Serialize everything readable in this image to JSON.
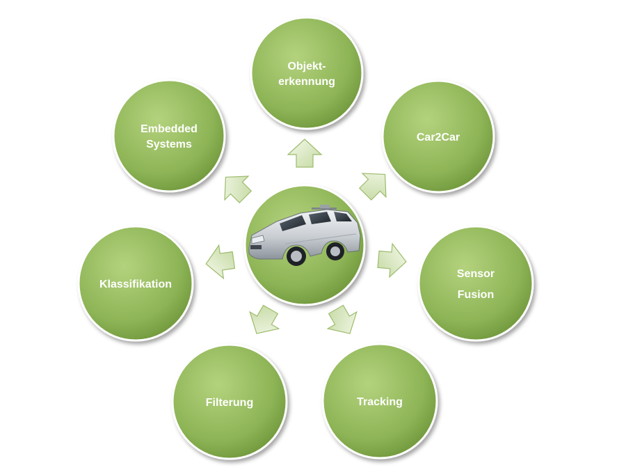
{
  "colors": {
    "node_fill_light": "#a7c86e",
    "node_fill_dark": "#6f973b",
    "node_stroke": "#ffffff",
    "arrow_fill_light": "#f1f6e6",
    "arrow_fill_dark": "#c4d9a1",
    "arrow_stroke": "#9cbb6b",
    "label_color": "#ffffff"
  },
  "center": {
    "icon": "car-photo-icon",
    "description_label": ""
  },
  "nodes": [
    {
      "id": "objekterkennung",
      "lines": [
        "Objekt-",
        "erkennung"
      ]
    },
    {
      "id": "car2car",
      "lines": [
        "Car2Car"
      ]
    },
    {
      "id": "sensor-fusion",
      "lines": [
        "Sensor",
        "Fusion"
      ]
    },
    {
      "id": "tracking",
      "lines": [
        "Tracking"
      ]
    },
    {
      "id": "filterung",
      "lines": [
        "Filterung"
      ]
    },
    {
      "id": "klassifikation",
      "lines": [
        "Klassifikation"
      ]
    },
    {
      "id": "embedded-systems",
      "lines": [
        "Embedded",
        "Systems"
      ]
    }
  ]
}
